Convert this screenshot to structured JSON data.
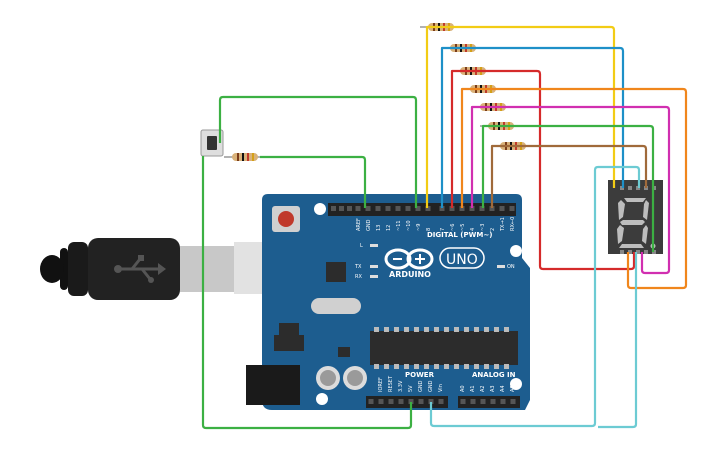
{
  "board": {
    "brand": "ARDUINO",
    "model": "UNO",
    "digital_header": "DIGITAL (PWM~)",
    "power_header": "POWER",
    "analog_header": "ANALOG IN",
    "on_label": "ON",
    "led_l": "L",
    "led_tx": "TX",
    "led_rx": "RX",
    "digital_pins": [
      "AREF",
      "GND",
      "13",
      "12",
      "~11",
      "~10",
      "~9",
      "8",
      "7",
      "~6",
      "~5",
      "4",
      "~3",
      "2",
      "TX→1",
      "RX←0"
    ],
    "power_pins": [
      "IOREF",
      "RESET",
      "3.3V",
      "5V",
      "GND",
      "GND",
      "Vin"
    ],
    "analog_pins": [
      "A0",
      "A1",
      "A2",
      "A3",
      "A4",
      "A5"
    ]
  },
  "display": {
    "digit": "8."
  },
  "colors": {
    "board": "#1d5d8f",
    "wire_green": "#3cb043",
    "wire_yellow": "#f2cc15",
    "wire_blue": "#1e90c8",
    "wire_red": "#d52a2a",
    "wire_orange": "#f0861c",
    "wire_magenta": "#d12fb0",
    "wire_brown": "#a06a3a",
    "wire_cyan": "#6ccbd3",
    "display_body": "#3c3c3c",
    "display_segment": "#bdbdbd"
  },
  "components": {
    "resistor_count": 8,
    "pushbutton": "pushbutton",
    "usb_cable": "usb-b-cable"
  }
}
